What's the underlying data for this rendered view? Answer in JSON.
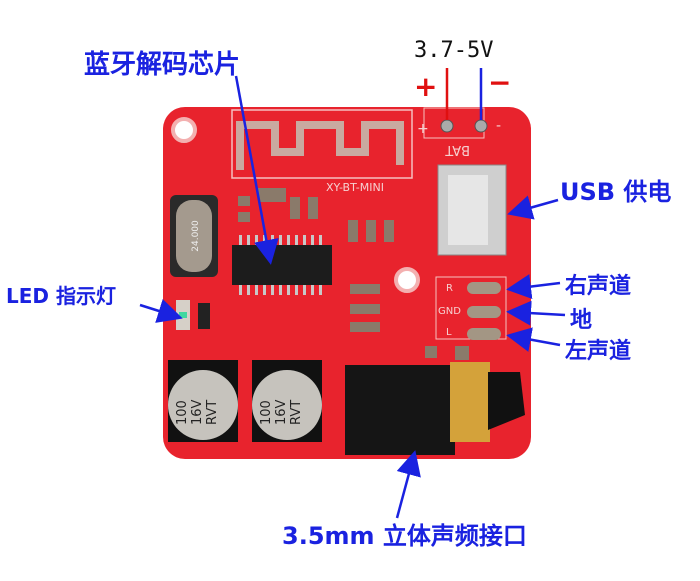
{
  "labels": {
    "chip": "蓝牙解码芯片",
    "voltage": "3.7-5V",
    "plus": "+",
    "minus": "−",
    "usb": "USB 供电",
    "right": "右声道",
    "ground": "地",
    "left": "左声道",
    "led": "LED 指示灯",
    "jack": "3.5mm 立体声频接口"
  },
  "board": {
    "model": "XY-BT-MINI",
    "bat": "BAT",
    "bat_plus": "+",
    "bat_minus": "-",
    "crystal": "24.000",
    "cap_value": "100",
    "cap_voltage": "16V",
    "cap_brand": "RVT",
    "pad_r": "R",
    "pad_gnd": "GND",
    "pad_l": "L"
  },
  "colors": {
    "board": "#e8232d",
    "annotation": "#1a22e0",
    "plus_wire": "#e01010",
    "minus_wire": "#1a22e0"
  }
}
